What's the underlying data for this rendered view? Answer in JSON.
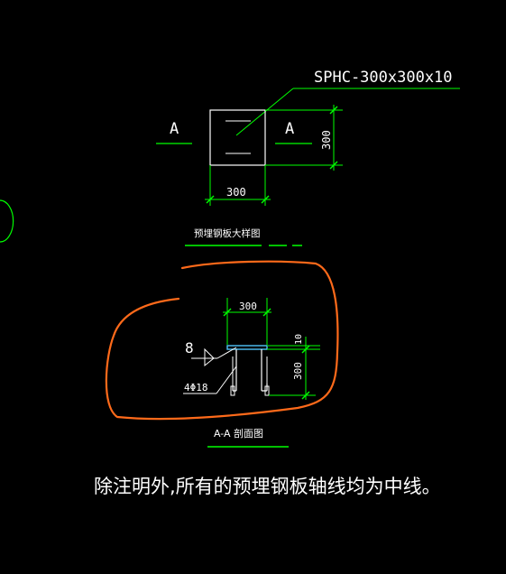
{
  "diagram": {
    "plate_spec": "SPHC-300x300x10",
    "section_mark_left": "A",
    "section_mark_right": "A",
    "plan_dim_height": "300",
    "plan_dim_width": "300",
    "plan_title": "预埋钢板大样图",
    "section_dim_width": "300",
    "section_dim_thickness": "10",
    "section_dim_anchor_length": "300",
    "weld_size": "8",
    "anchor_bars": "4Φ18",
    "section_title": "A-A 剖面图",
    "note": "除注明外,所有的预埋钢板轴线均为中线。"
  },
  "colors": {
    "background": "#000000",
    "outline": "#ffffff",
    "dimension": "#00ff00",
    "plate_section": "#4fc3f7",
    "markup": "#ff6a1a"
  }
}
